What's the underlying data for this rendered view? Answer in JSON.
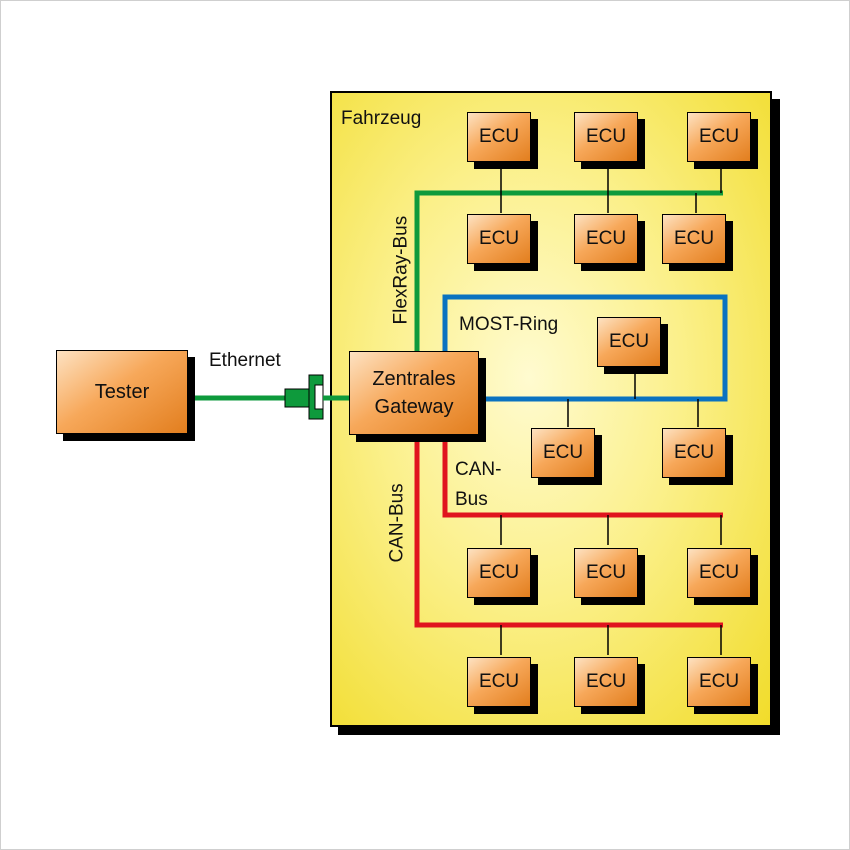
{
  "vehicle_label": "Fahrzeug",
  "tester_label": "Tester",
  "ethernet_label": "Ethernet",
  "gateway_label": "Zentrales\nGateway",
  "flexray_label": "FlexRay-Bus",
  "most_label": "MOST-Ring",
  "can_label_vertical": "CAN-Bus",
  "can_label_horizontal": "CAN-\nBus",
  "ecu_label": "ECU",
  "colors": {
    "vehicle_fill": "#f3e13a",
    "box_fill": "#f0953a",
    "flexray_green": "#0e9a3c",
    "most_blue": "#0a72c0",
    "can_red": "#e0141e",
    "ethernet_green": "#0e9a3c"
  }
}
